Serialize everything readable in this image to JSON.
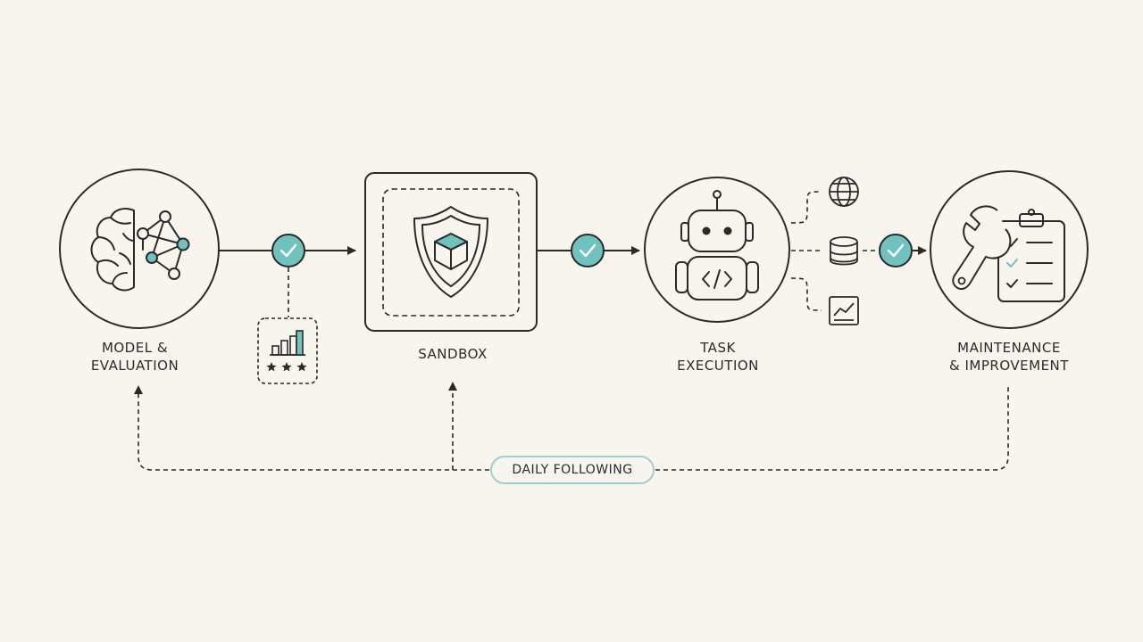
{
  "stages": {
    "model": {
      "line1": "MODEL &",
      "line2": "EVALUATION",
      "icon": "brain-network-icon"
    },
    "sandbox": {
      "label": "SANDBOX",
      "icon": "shield-cube-icon"
    },
    "task": {
      "line1": "TASK",
      "line2": "EXECUTION",
      "icon": "robot-code-icon"
    },
    "maintenance": {
      "line1": "MAINTENANCE",
      "line2": "& IMPROVEMENT",
      "icon": "wrench-checklist-icon"
    }
  },
  "feedback_loop": {
    "label": "DAILY FOLLOWING"
  },
  "tools": [
    "globe-icon",
    "database-icon",
    "chart-icon"
  ],
  "metrics_card": {
    "icon": "bar-chart-rating-icon"
  },
  "colors": {
    "background": "#f8f5ee",
    "stroke": "#2a2a2a",
    "accent": "#6fc2bd",
    "pill_border": "#9fd0cc"
  }
}
